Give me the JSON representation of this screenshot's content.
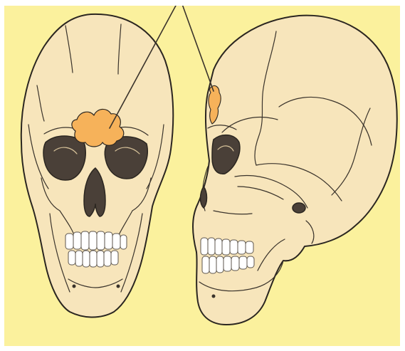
{
  "colors": {
    "background": "#fbf19d",
    "bone": "#f7e5bb",
    "bone_shadow": "#e9d09c",
    "highlight": "#f6b25a",
    "outline": "#2b2620",
    "teeth": "#ffffff",
    "border": "#ffffff"
  },
  "highlighted_region": "frontal sinus",
  "icons": [
    "skull-front-view",
    "skull-side-view"
  ]
}
